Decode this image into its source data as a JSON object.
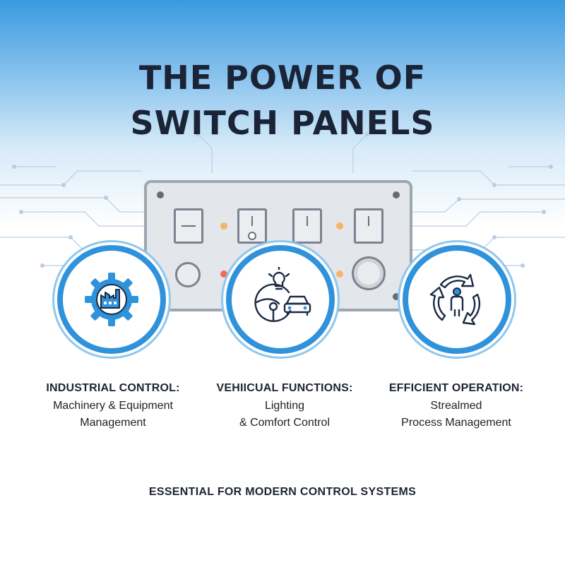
{
  "header": {
    "title_line1": "THE POWER OF",
    "title_line2": "SWITCH PANELS"
  },
  "features": [
    {
      "heading": "INDUSTRIAL CONTROL:",
      "line1": "Machinery & Equipment",
      "line2": "Management",
      "icon": "gear-factory-icon"
    },
    {
      "heading": "VEHIICUAL FUNCTIONS:",
      "line1": "Lighting",
      "line2": "& Comfort Control",
      "icon": "steering-car-bulb-icon"
    },
    {
      "heading": "EFFICIENT OPERATION:",
      "line1": "Strealmed",
      "line2": "Process Management",
      "icon": "cycle-person-icon"
    }
  ],
  "footer": {
    "tagline": "ESSENTIAL FOR MODERN CONTROL SYSTEMS"
  },
  "colors": {
    "accent": "#2f92da",
    "title": "#1b2436",
    "panel": "#e3e6ea",
    "led_amber": "#f5b46a",
    "led_red": "#ef6a5a"
  }
}
